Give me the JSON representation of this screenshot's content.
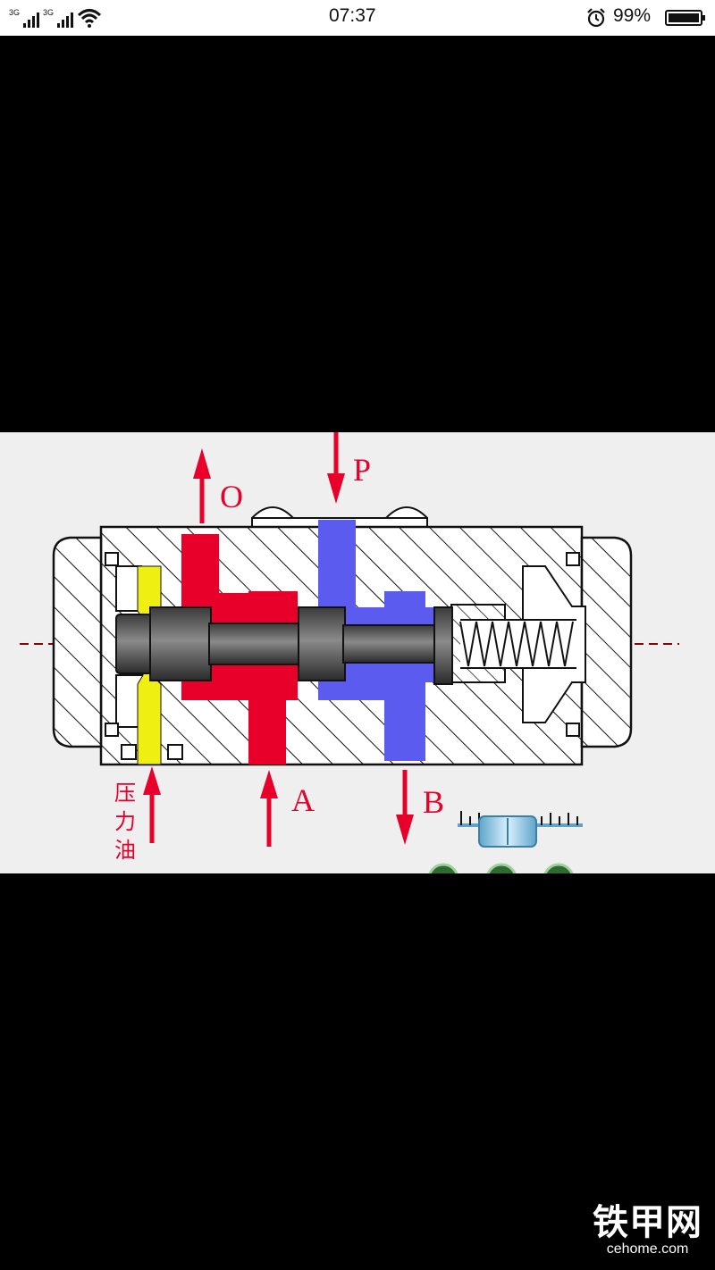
{
  "status_bar": {
    "signal_1_label": "3G",
    "signal_2_label": "3G",
    "time": "07:37",
    "battery": "99%",
    "icons": [
      "signal-icon",
      "signal-icon",
      "wifi-icon",
      "alarm-icon",
      "battery-icon"
    ]
  },
  "diagram": {
    "port_labels": {
      "o": "O",
      "p": "P",
      "a": "A",
      "b": "B",
      "pilot_line1": "压",
      "pilot_line2": "力",
      "pilot_line3": "油"
    },
    "colors": {
      "return_oil": "#e8002a",
      "pressure_oil": "#5b5bef",
      "pilot_oil": "#f0ef12",
      "spool": "#4a4a4a",
      "arrow": "#e8002a"
    }
  },
  "watermark": {
    "logo": "铁甲网",
    "site": "cehome.com"
  }
}
